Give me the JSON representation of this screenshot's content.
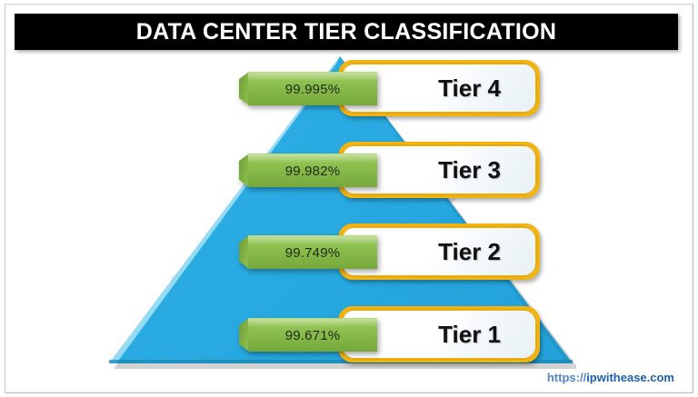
{
  "header": {
    "title": "DATA CENTER TIER CLASSIFICATION"
  },
  "watermark": {
    "text": "ipwithease.com"
  },
  "diagram": {
    "type": "pyramid",
    "shape_name": "blue-triangle-pyramid",
    "colors": {
      "pyramid_fill": "#29ABE2",
      "pyramid_edge_light": "#8FD9F5",
      "pyramid_edge_shadow": "#1C88B5",
      "plate_green": "#8DBF4F",
      "box_border_orange": "#F0B310",
      "banner_black": "#000000",
      "url_blue": "#2F6FBD",
      "page_background": "#FFFFFF"
    },
    "tiers": [
      {
        "level": 4,
        "label": "Tier 4",
        "availability": "99.995%"
      },
      {
        "level": 3,
        "label": "Tier 3",
        "availability": "99.982%"
      },
      {
        "level": 2,
        "label": "Tier 2",
        "availability": "99.749%"
      },
      {
        "level": 1,
        "label": "Tier 1",
        "availability": "99.671%"
      }
    ]
  },
  "footer": {
    "url_scheme": "https://",
    "url_host": "ipwithease.com",
    "url_full": "https://ipwithease.com"
  }
}
